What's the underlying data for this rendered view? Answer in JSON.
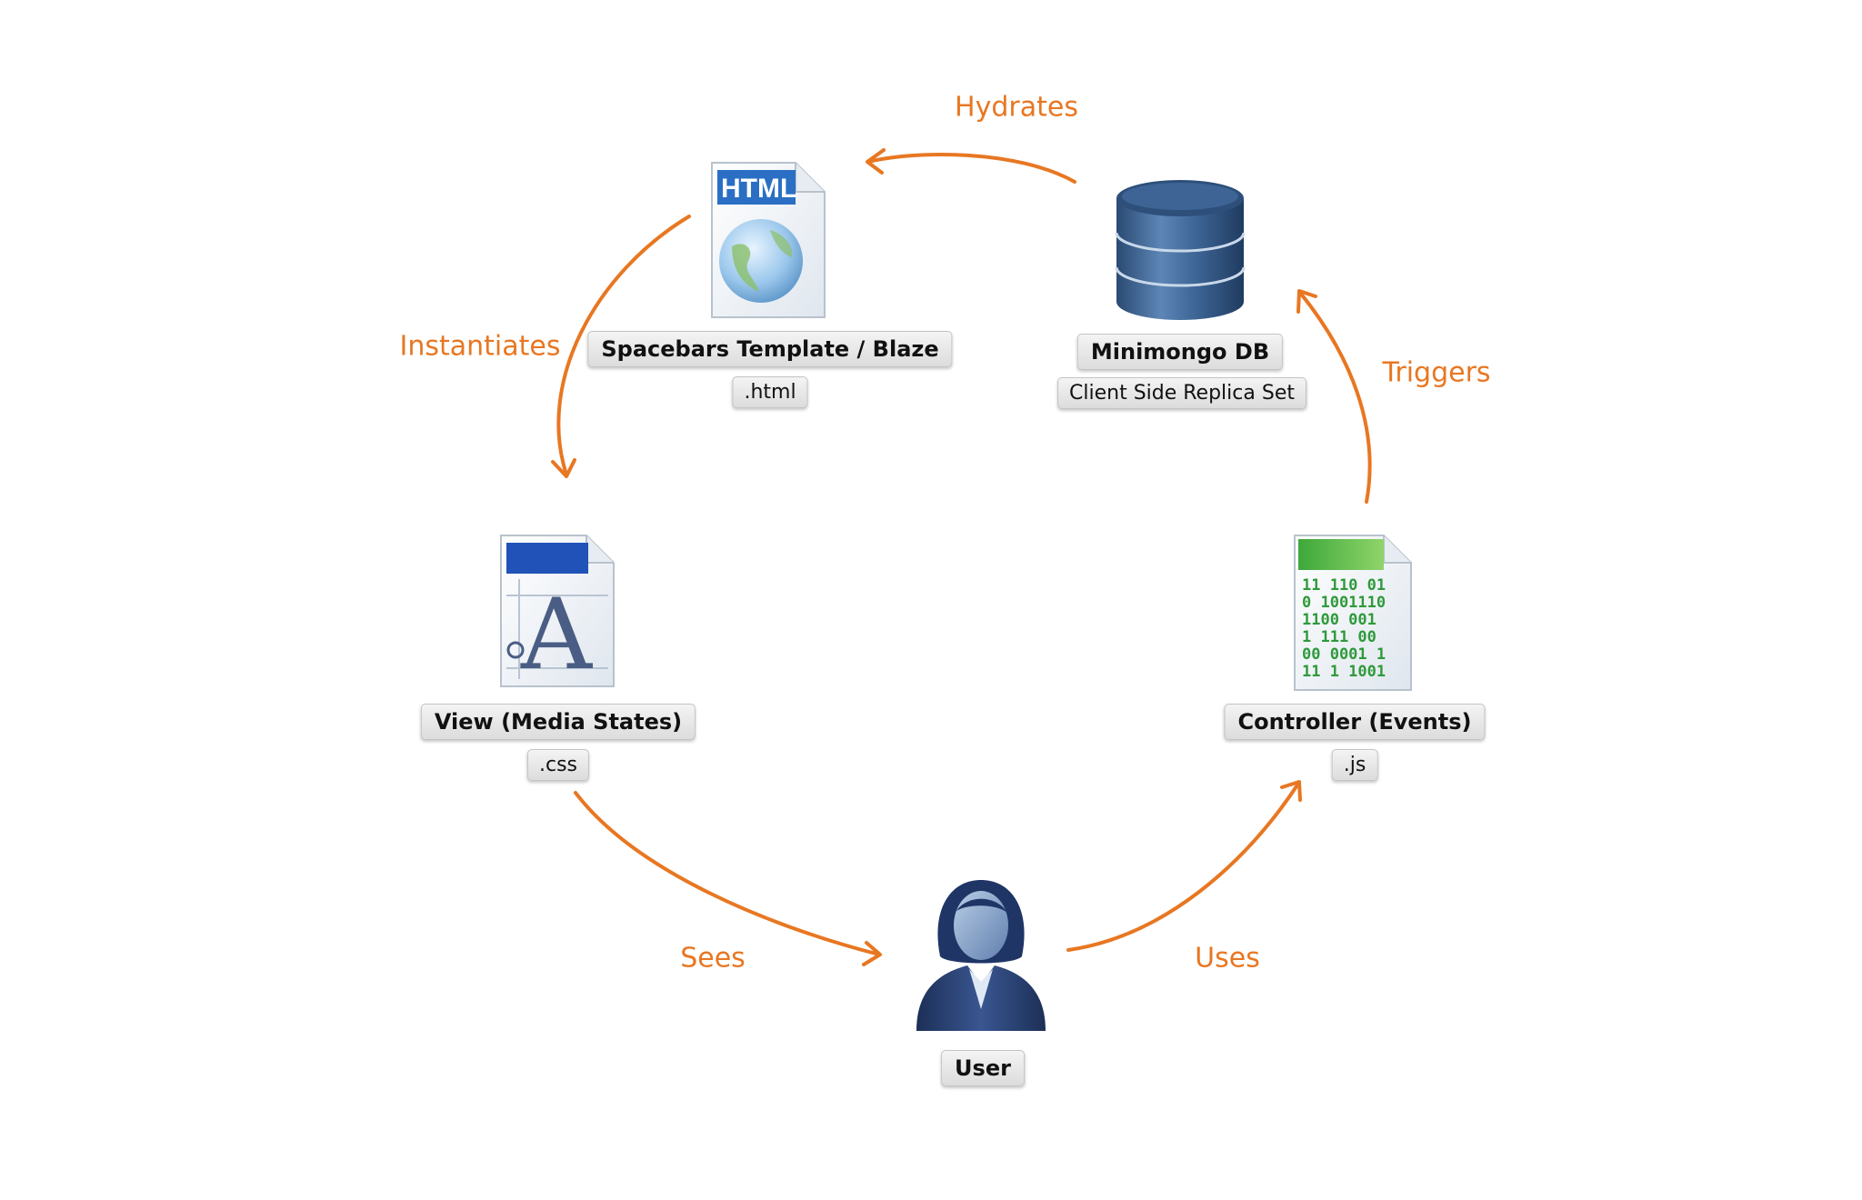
{
  "nodes": {
    "template": {
      "title": "Spacebars Template / Blaze",
      "ext": ".html",
      "icon": "html-file-icon",
      "badge": "HTML"
    },
    "db": {
      "title": "Minimongo DB",
      "ext": "Client Side Replica Set",
      "icon": "database-icon"
    },
    "view": {
      "title": "View (Media States)",
      "ext": ".css",
      "icon": "css-font-file-icon"
    },
    "controller": {
      "title": "Controller (Events)",
      "ext": ".js",
      "icon": "binary-js-file-icon",
      "binary": [
        "11 110 01",
        "0 1001110",
        "1100 001",
        "1 111 00",
        "00 0001 1",
        "11 1 1001"
      ]
    },
    "user": {
      "title": "User",
      "icon": "user-icon"
    }
  },
  "edges": {
    "hydrates": "Hydrates",
    "instantiates": "Instantiates",
    "triggers": "Triggers",
    "sees": "Sees",
    "uses": "Uses"
  },
  "colors": {
    "arrow": "#e87722",
    "label_bg": "#e4e4e4"
  }
}
